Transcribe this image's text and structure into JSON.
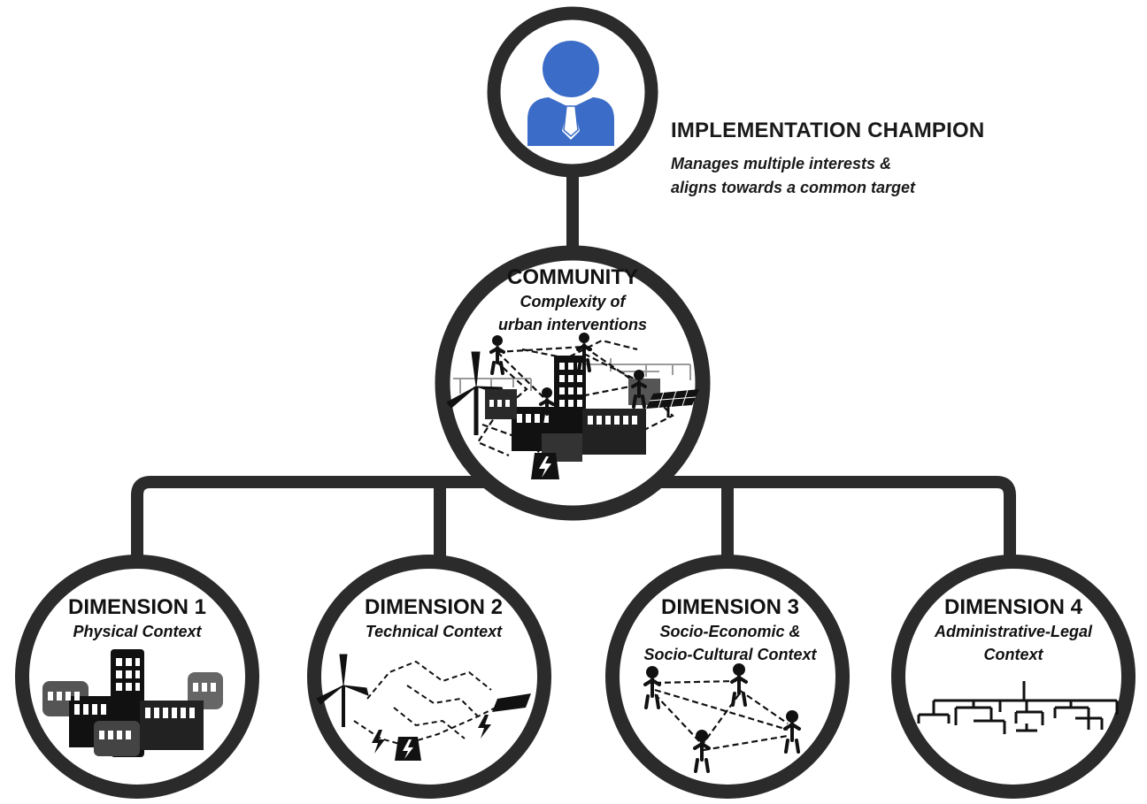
{
  "champion": {
    "title": "IMPLEMENTATION CHAMPION",
    "desc_line1": "Manages multiple interests &",
    "desc_line2": "aligns towards a common target",
    "icon": "person-with-tie-icon",
    "icon_color": "#3b6cc7"
  },
  "community": {
    "title": "COMMUNITY",
    "sub_line1": "Complexity of",
    "sub_line2": "urban interventions",
    "icon": "urban-complexity-illustration"
  },
  "dimensions": [
    {
      "title": "DIMENSION 1",
      "sub_line1": "Physical Context",
      "sub_line2": "",
      "icon": "buildings-icon"
    },
    {
      "title": "DIMENSION 2",
      "sub_line1": "Technical Context",
      "sub_line2": "",
      "icon": "energy-network-icon"
    },
    {
      "title": "DIMENSION 3",
      "sub_line1": "Socio-Economic &",
      "sub_line2": "Socio-Cultural Context",
      "icon": "people-network-icon"
    },
    {
      "title": "DIMENSION 4",
      "sub_line1": "Administrative-Legal",
      "sub_line2": "Context",
      "icon": "hierarchy-tree-icon"
    }
  ],
  "colors": {
    "ring": "#2b2b2b",
    "connector": "#2b2b2b",
    "accent": "#3b6cc7"
  }
}
